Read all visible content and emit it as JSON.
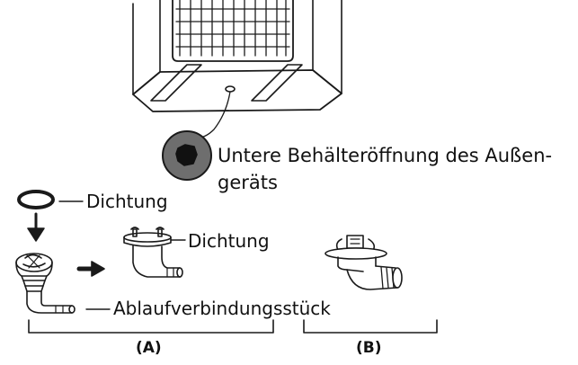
{
  "labels": {
    "opening_line1": "Untere Behälteröffnung des Außen-",
    "opening_line2": "geräts",
    "seal_top": "Dichtung",
    "seal_fitted": "Dichtung",
    "drain_connector": "Ablaufverbindungsstück",
    "variant_a": "(A)",
    "variant_b": "(B)"
  },
  "colors": {
    "line": "#1a1a1a",
    "opening_fill": "#6e6e6e",
    "opening_hole": "#111111",
    "part_fill": "#ffffff"
  }
}
